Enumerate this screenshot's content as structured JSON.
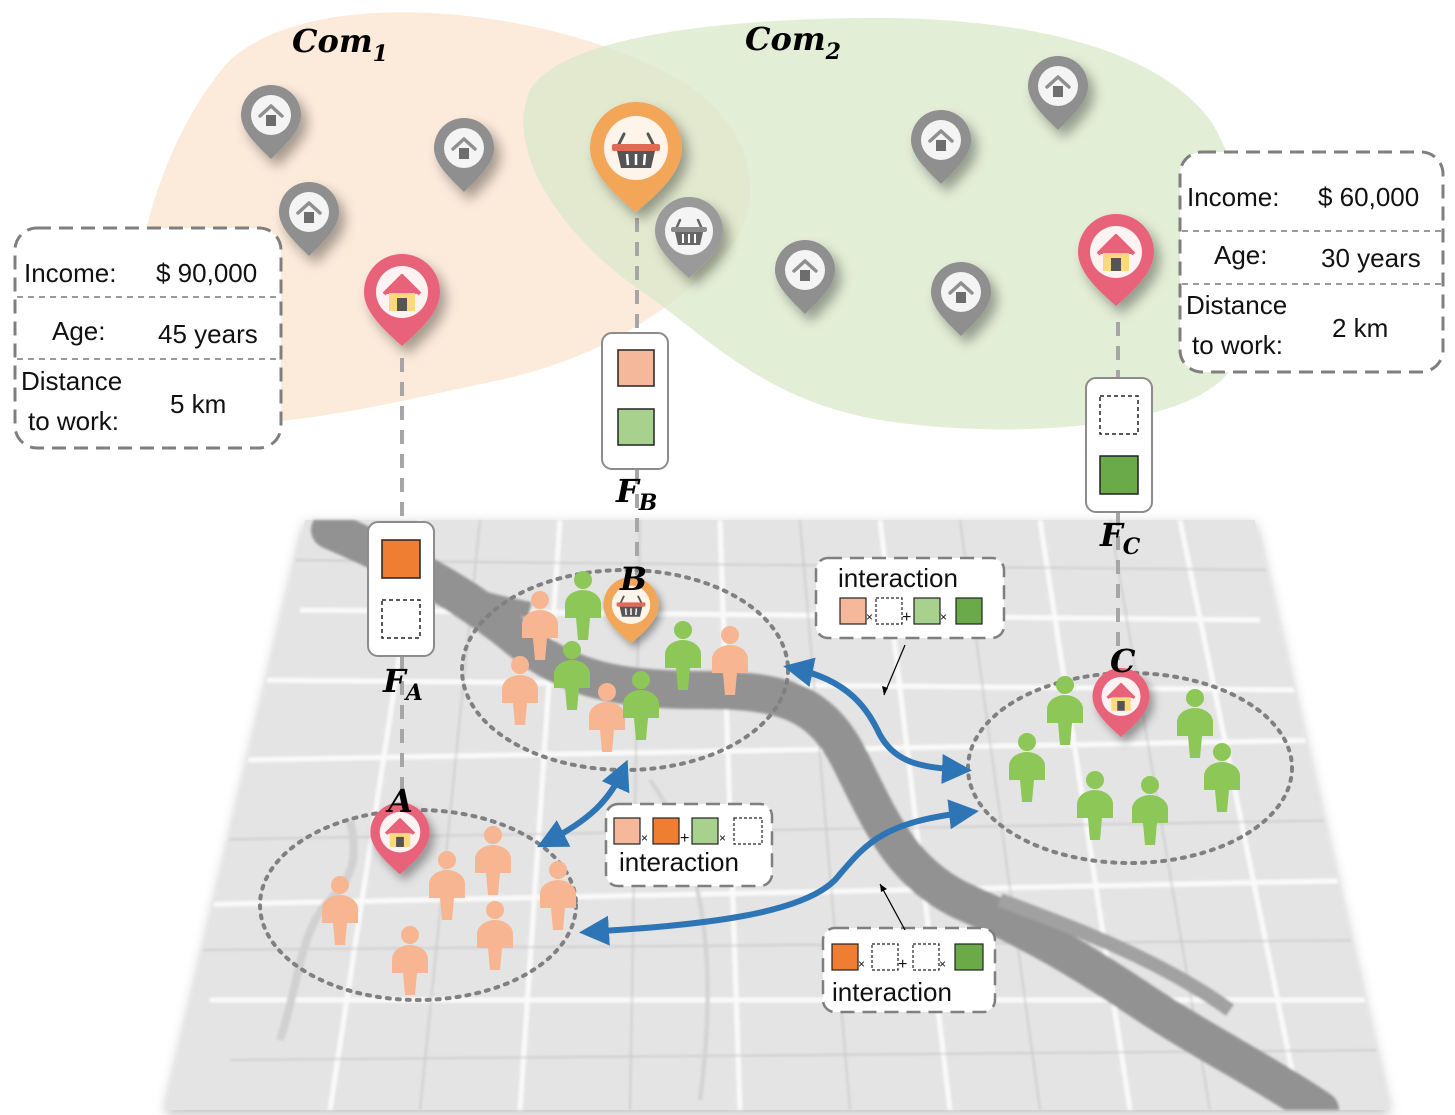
{
  "communities": {
    "com1": {
      "base": "Com",
      "sub": "1",
      "color": "#fbe6d4"
    },
    "com2": {
      "base": "Com",
      "sub": "2",
      "color": "#d9e8c9"
    }
  },
  "info_left": {
    "income_label": "Income:",
    "income_value": "$ 90,000",
    "age_label": "Age:",
    "age_value": "45 years",
    "dist_label_1": "Distance",
    "dist_label_2": "to work:",
    "dist_value": "5 km"
  },
  "info_right": {
    "income_label": "Income:",
    "income_value": "$ 60,000",
    "age_label": "Age:",
    "age_value": "30 years",
    "dist_label_1": "Distance",
    "dist_label_2": "to work:",
    "dist_value": "2 km"
  },
  "features": {
    "fa": {
      "base": "F",
      "sub": "A"
    },
    "fb": {
      "base": "F",
      "sub": "B"
    },
    "fc": {
      "base": "F",
      "sub": "C"
    }
  },
  "nodes": {
    "a": "A",
    "b": "B",
    "c": "C"
  },
  "interactions": {
    "bc": "interaction",
    "ab": "interaction",
    "ac": "interaction"
  },
  "colors": {
    "light_orange": "#f6b89a",
    "dark_orange": "#ef7d32",
    "light_green": "#a9d18e",
    "dark_green": "#6aaa48",
    "person_orange": "#f7b591",
    "person_green": "#8cc757",
    "pin_gray": "#8f8f8f",
    "pin_red": "#e8637a",
    "pin_orange": "#f3a558",
    "arrow_blue": "#2e75b6"
  },
  "icons": {
    "home": "house-pin-icon",
    "shop": "basket-pin-icon",
    "person": "person-icon"
  }
}
